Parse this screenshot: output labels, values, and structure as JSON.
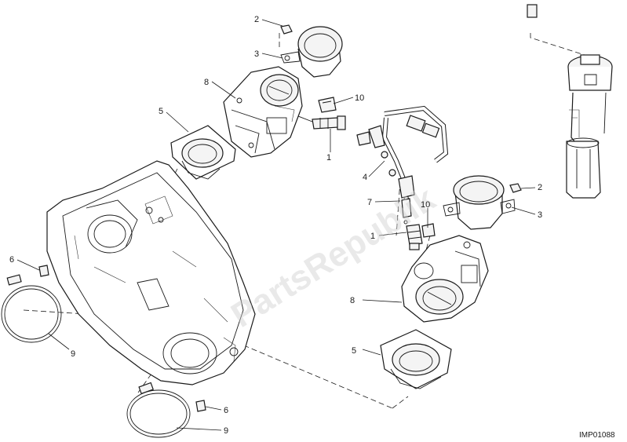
{
  "callouts": {
    "c2_top": "2",
    "c3_top": "3",
    "c8_top": "8",
    "c10_top": "10",
    "c5_top": "5",
    "c1_top": "1",
    "c4": "4",
    "c7": "7",
    "c10_mid": "10",
    "c1_mid": "1",
    "c2_right": "2",
    "c3_right": "3",
    "c6_left": "6",
    "c9_left": "9",
    "c8_bottom": "8",
    "c5_bottom": "5",
    "c6_bottom": "6",
    "c9_bottom": "9"
  },
  "watermark": "PartsRepublik",
  "image_ref": "IMP01088"
}
